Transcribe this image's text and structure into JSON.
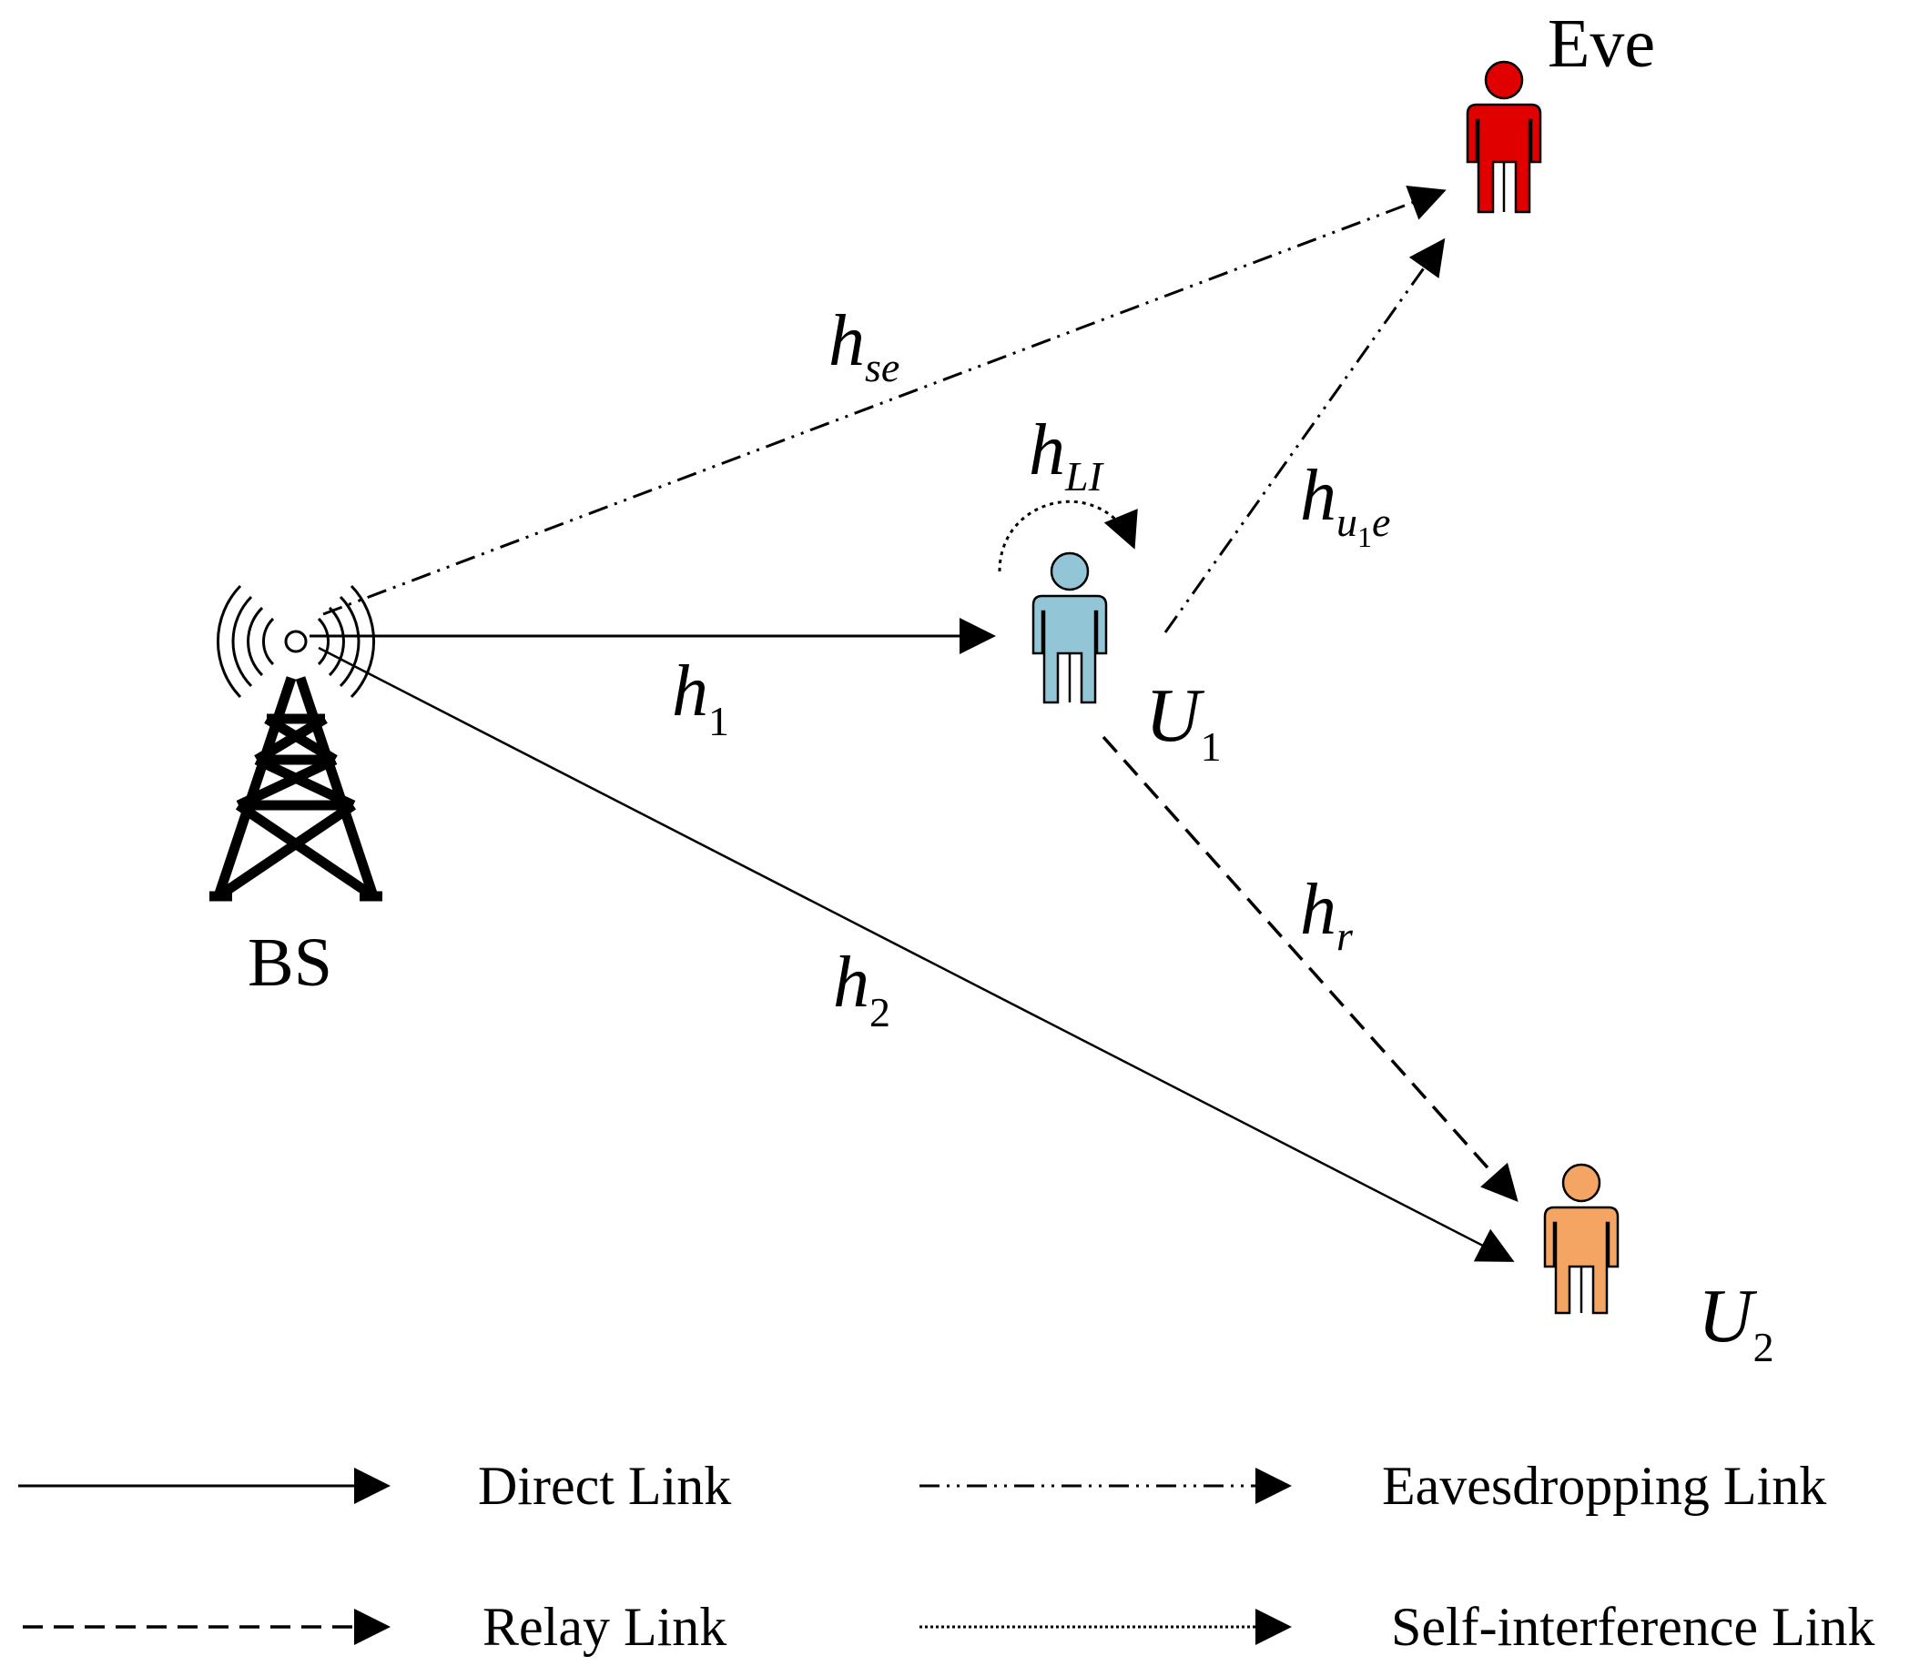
{
  "nodes": {
    "bs": {
      "label": "BS"
    },
    "eve": {
      "label": "Eve",
      "color": "#e00000"
    },
    "u1": {
      "label": "U",
      "sub": "1",
      "color": "#92c6d6"
    },
    "u2": {
      "label": "U",
      "sub": "2",
      "color": "#f4a463"
    }
  },
  "links": {
    "h1": {
      "main": "h",
      "sub": "1"
    },
    "h2": {
      "main": "h",
      "sub": "2"
    },
    "hse": {
      "main": "h",
      "sub": "se"
    },
    "hLI": {
      "main": "h",
      "sub": "LI"
    },
    "hu1e": {
      "main": "h",
      "sub_a": "u",
      "sub_b": "1",
      "sub_c": "e"
    },
    "hr": {
      "main": "h",
      "sub": "r"
    }
  },
  "legend": {
    "direct": "Direct Link",
    "eavesdropping": "Eavesdropping Link",
    "relay": "Relay Link",
    "self_interference": "Self-interference  Link"
  }
}
